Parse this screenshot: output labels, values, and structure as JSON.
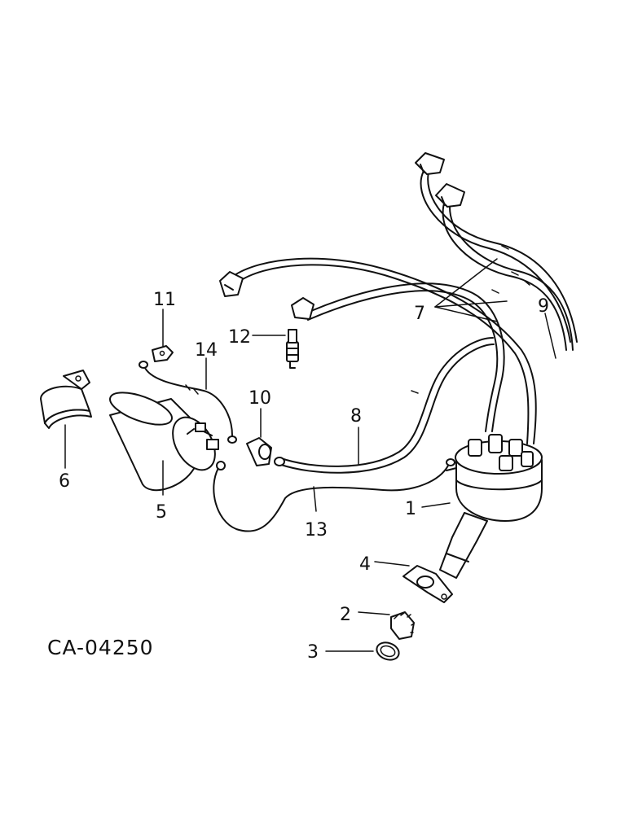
{
  "drawing_code": "CA-04250",
  "callouts": {
    "p1": "1",
    "p2": "2",
    "p3": "3",
    "p4": "4",
    "p5": "5",
    "p6": "6",
    "p7": "7",
    "p8": "8",
    "p9": "9",
    "p10": "10",
    "p11": "11",
    "p12": "12",
    "p13": "13",
    "p14": "14"
  }
}
